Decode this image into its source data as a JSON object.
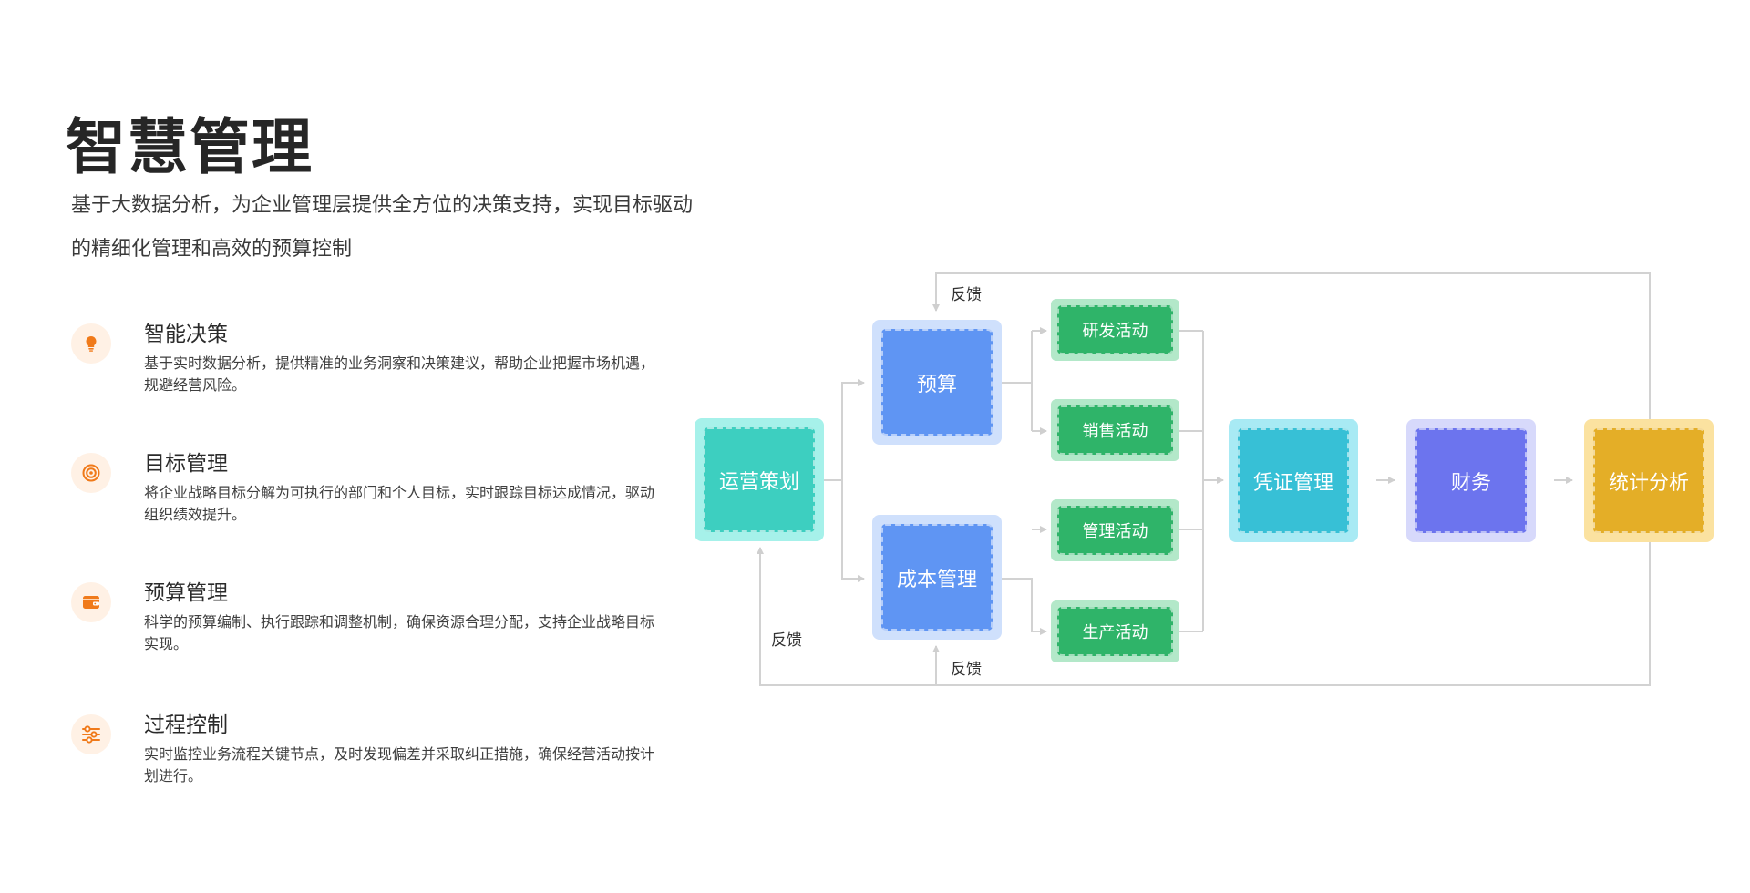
{
  "header": {
    "title": "智慧管理",
    "subtitle": "基于大数据分析，为企业管理层提供全方位的决策支持，实现目标驱动的精细化管理和高效的预算控制"
  },
  "features": [
    {
      "icon": "lightbulb-icon",
      "title": "智能决策",
      "desc": "基于实时数据分析，提供精准的业务洞察和决策建议，帮助企业把握市场机遇，规避经营风险。"
    },
    {
      "icon": "target-icon",
      "title": "目标管理",
      "desc": "将企业战略目标分解为可执行的部门和个人目标，实时跟踪目标达成情况，驱动组织绩效提升。"
    },
    {
      "icon": "wallet-icon",
      "title": "预算管理",
      "desc": "科学的预算编制、执行跟踪和调整机制，确保资源合理分配，支持企业战略目标实现。"
    },
    {
      "icon": "sliders-icon",
      "title": "过程控制",
      "desc": "实时监控业务流程关键节点，及时发现偏差并采取纠正措施，确保经营活动按计划进行。"
    }
  ],
  "colors": {
    "accent": "#f07a1a",
    "icon_bg": "#fff1e5",
    "line": "#cfcfcf",
    "teal": "#3dcfc0",
    "blue": "#5f95f3",
    "green": "#2fb469",
    "cyan": "#37c0d6",
    "indigo": "#6c74ee",
    "gold": "#e4ae27"
  },
  "flow": {
    "nodes": {
      "ops": "运营策划",
      "budget": "预算",
      "cost": "成本管理",
      "rd": "研发活动",
      "sales": "销售活动",
      "mgmt": "管理活动",
      "prod": "生产活动",
      "voucher": "凭证管理",
      "finance": "财务",
      "stats": "统计分析"
    },
    "feedback_top": "反馈",
    "feedback_left": "反馈",
    "feedback_bottom": "反馈"
  }
}
